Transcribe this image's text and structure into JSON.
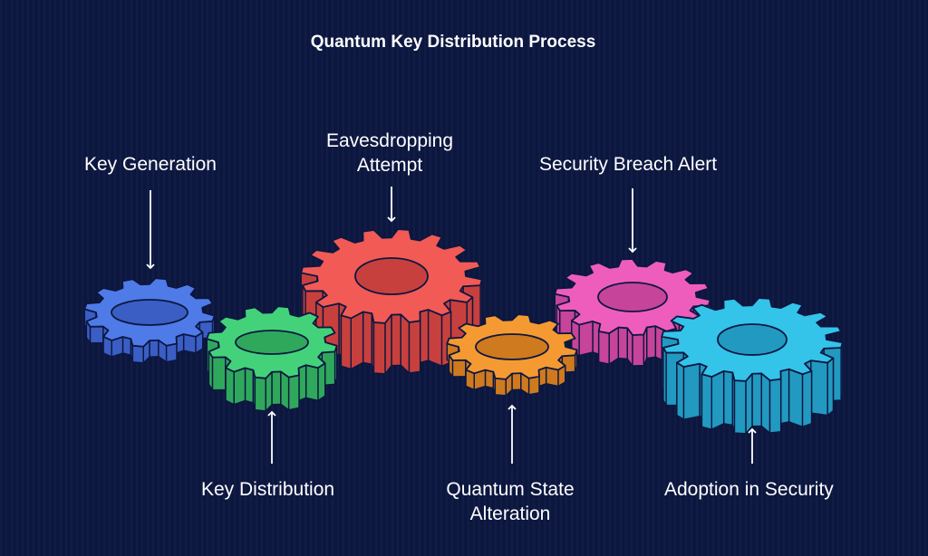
{
  "title": "Quantum Key Distribution Process",
  "steps": [
    {
      "label": "Key Generation",
      "color": "#4f7be8",
      "side": "#3a5ec4",
      "arrow": "down"
    },
    {
      "label": "Key Distribution",
      "color": "#43d27a",
      "side": "#2fa85c",
      "arrow": "up"
    },
    {
      "label": "Eavesdropping Attempt",
      "color": "#f25a55",
      "side": "#c8403d",
      "arrow": "down"
    },
    {
      "label": "Quantum State Alteration",
      "color": "#f59a32",
      "side": "#cf7a1e",
      "arrow": "up"
    },
    {
      "label": "Security Breach Alert",
      "color": "#ee5dbc",
      "side": "#c6449a",
      "arrow": "down"
    },
    {
      "label": "Adoption in Security",
      "color": "#34c3e9",
      "side": "#2299c0",
      "arrow": "up"
    }
  ],
  "colors": {
    "background": "#0c1740",
    "outline": "#0c1740",
    "text": "#ffffff"
  }
}
